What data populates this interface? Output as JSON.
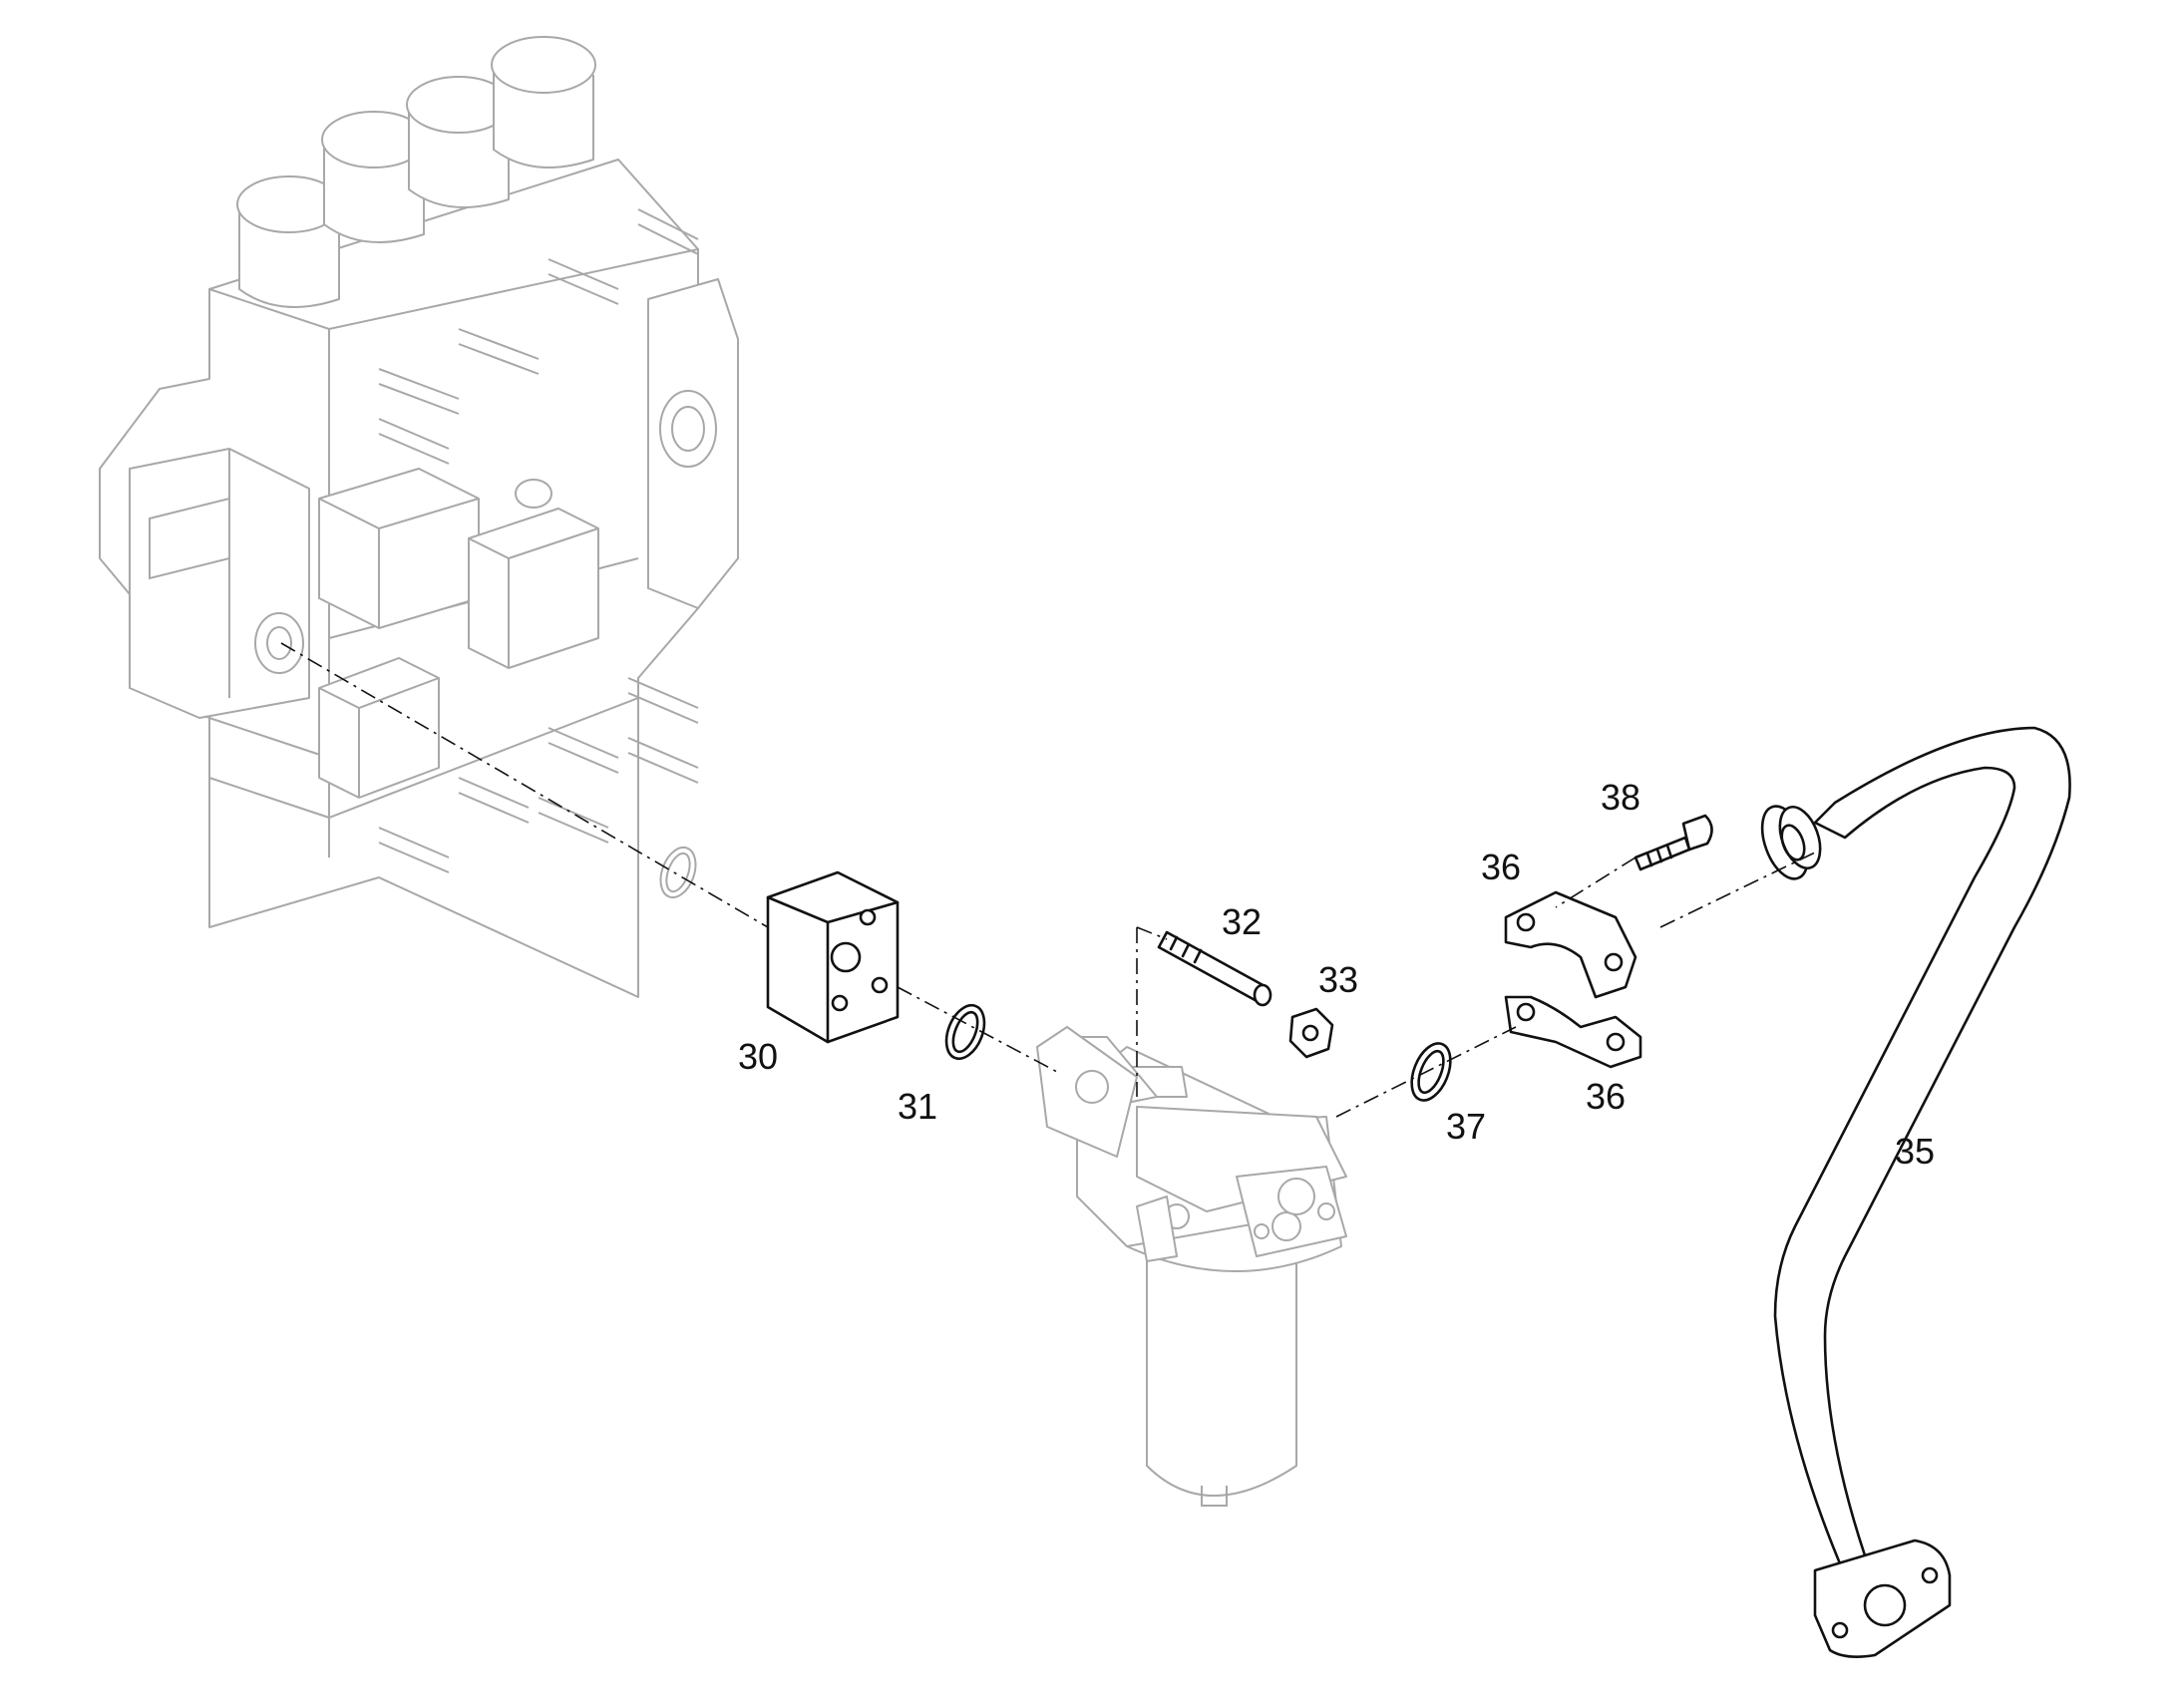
{
  "callouts": {
    "c30": "30",
    "c31": "31",
    "c32": "32",
    "c33": "33",
    "c35": "35",
    "c36a": "36",
    "c36b": "36",
    "c37": "37",
    "c38": "38"
  },
  "colors": {
    "background": "#ffffff",
    "context_parts": "#a8a8a8",
    "callout_parts": "#111111"
  }
}
